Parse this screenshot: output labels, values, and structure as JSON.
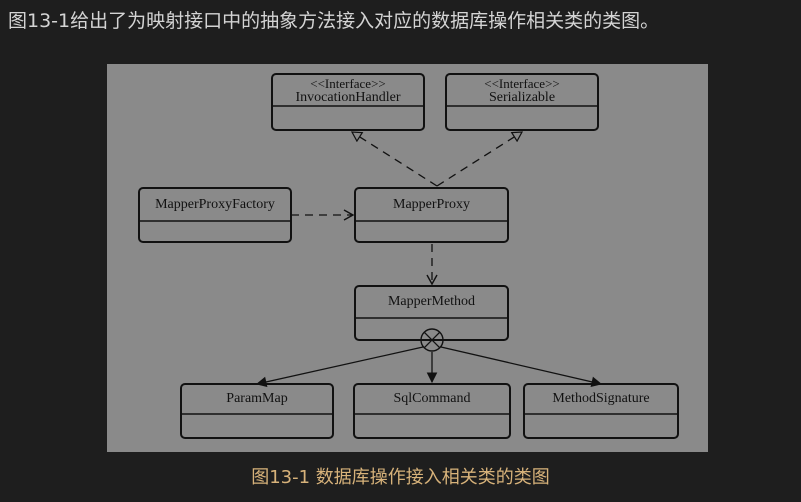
{
  "intro_text": "图13-1给出了为映射接口中的抽象方法接入对应的数据库操作相关类的类图。",
  "caption": "图13-1 数据库操作接入相关类的类图",
  "colors": {
    "page_background": "#1e1e1e",
    "figure_background": "#8a8a8a",
    "intro_text": "#d4d4d4",
    "caption_text": "#d7b27a",
    "diagram_ink": "#111111"
  },
  "diagram": {
    "classes": {
      "invocation_handler": {
        "stereotype": "<<Interface>>",
        "name": "InvocationHandler"
      },
      "serializable": {
        "stereotype": "<<Interface>>",
        "name": "Serializable"
      },
      "mapper_proxy_factory": {
        "name": "MapperProxyFactory"
      },
      "mapper_proxy": {
        "name": "MapperProxy"
      },
      "mapper_method": {
        "name": "MapperMethod"
      },
      "param_map": {
        "name": "ParamMap"
      },
      "sql_command": {
        "name": "SqlCommand"
      },
      "method_signature": {
        "name": "MethodSignature"
      }
    },
    "relations": [
      {
        "from": "MapperProxy",
        "to": "InvocationHandler",
        "type": "realization"
      },
      {
        "from": "MapperProxy",
        "to": "Serializable",
        "type": "realization"
      },
      {
        "from": "MapperProxyFactory",
        "to": "MapperProxy",
        "type": "dependency"
      },
      {
        "from": "MapperProxy",
        "to": "MapperMethod",
        "type": "dependency"
      },
      {
        "from": "MapperMethod",
        "to": "ParamMap",
        "type": "composition"
      },
      {
        "from": "MapperMethod",
        "to": "SqlCommand",
        "type": "composition"
      },
      {
        "from": "MapperMethod",
        "to": "MethodSignature",
        "type": "composition"
      }
    ]
  }
}
